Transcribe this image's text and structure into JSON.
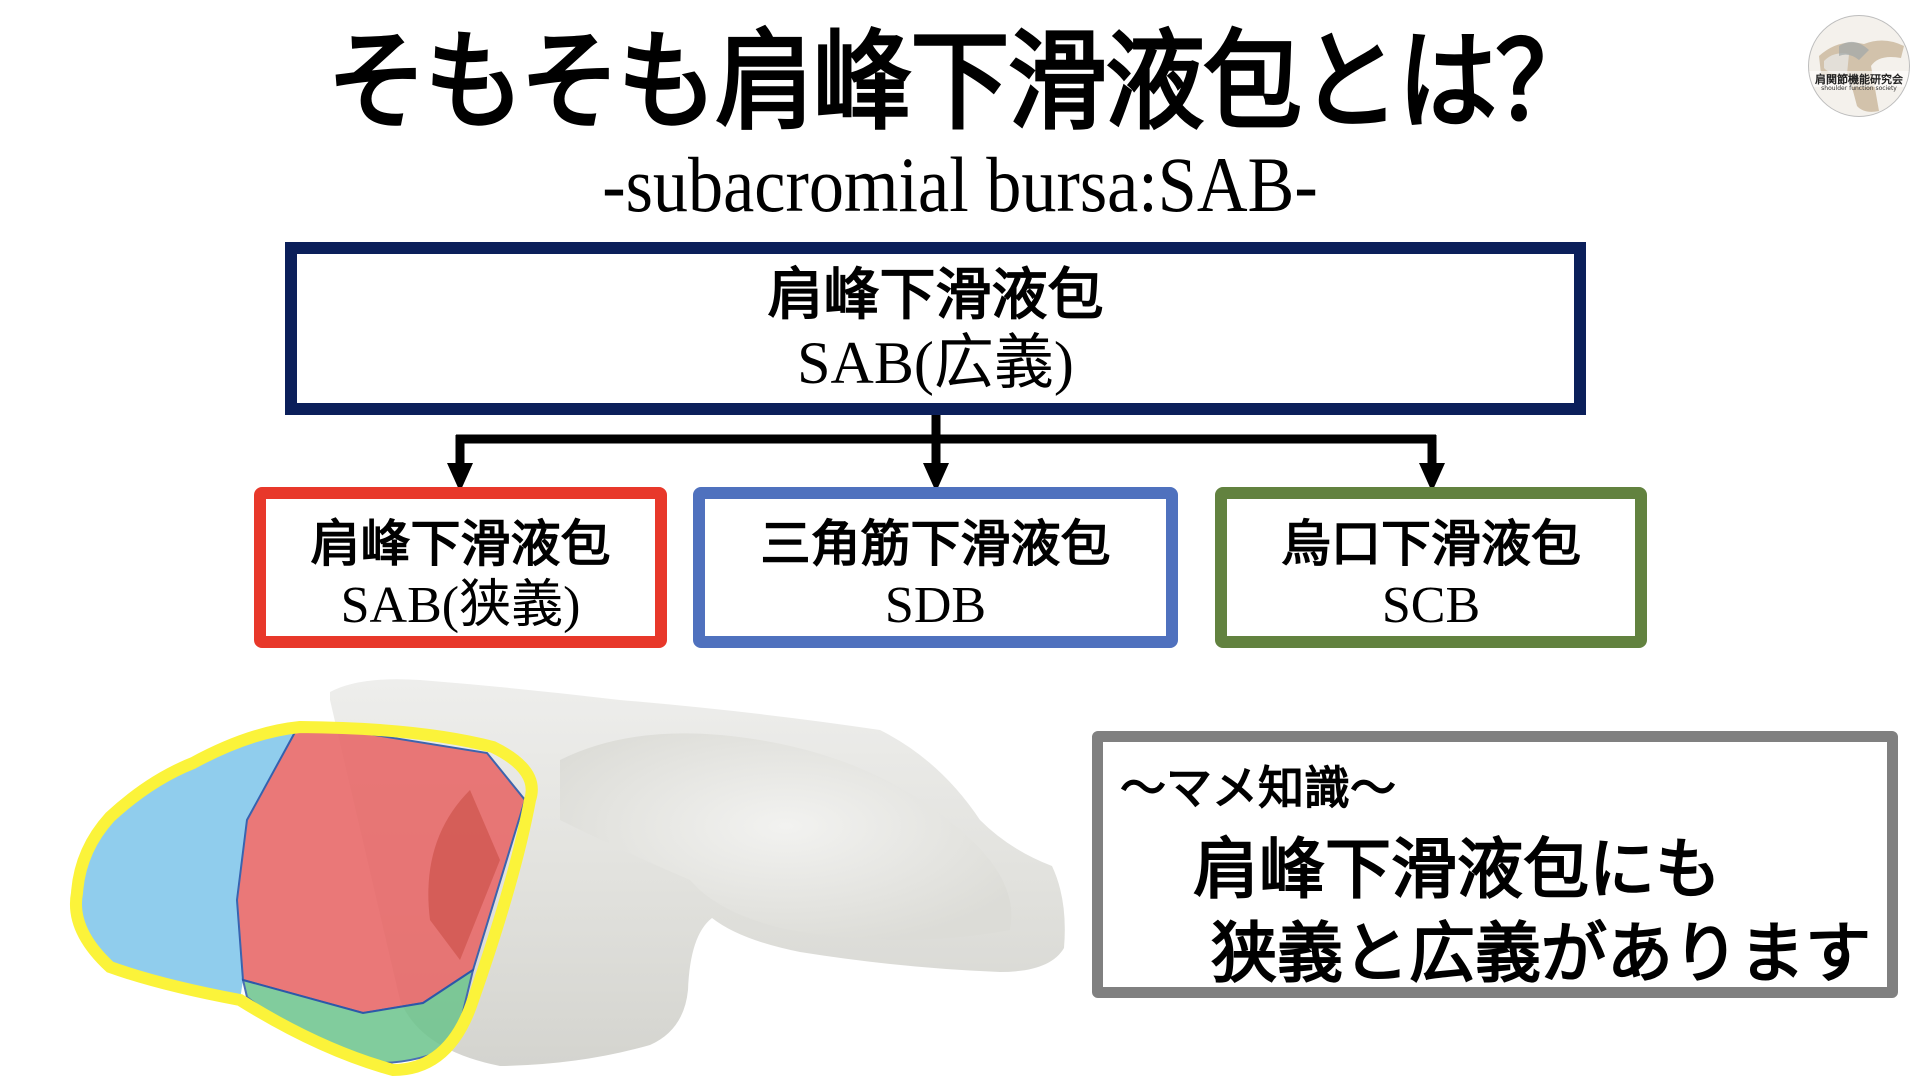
{
  "slide": {
    "title": "そもそも肩峰下滑液包とは？",
    "subtitle": "-subacromial bursa:SAB-"
  },
  "logo": {
    "name": "肩関節機能研究会",
    "subtitle": "shoulder function society",
    "icon": "shoulder-skeleton-icon"
  },
  "diagram": {
    "root": {
      "label_ja": "肩峰下滑液包",
      "label_abbr": "SAB(広義)",
      "border_color": "#0b1f5a"
    },
    "children": [
      {
        "label_ja": "肩峰下滑液包",
        "label_abbr": "SAB(狭義)",
        "border_color": "#e8382a"
      },
      {
        "label_ja": "三角筋下滑液包",
        "label_abbr": "SDB",
        "border_color": "#4f71be"
      },
      {
        "label_ja": "烏口下滑液包",
        "label_abbr": "SCB",
        "border_color": "#62823f"
      }
    ],
    "connector_color": "#000000"
  },
  "illustration": {
    "description": "Shoulder bone model (acromion/clavicle region) with bursa regions highlighted",
    "regions": [
      {
        "name": "SAB (narrow)",
        "color": "#e86a6a"
      },
      {
        "name": "SDB",
        "color": "#7cc4ea"
      },
      {
        "name": "SCB",
        "color": "#6cc48c"
      }
    ],
    "outline_color": "#fbf33a"
  },
  "note": {
    "heading": "〜マメ知識〜",
    "line1": "肩峰下滑液包にも",
    "line2": "狭義と広義があります",
    "border_color": "#808080"
  }
}
